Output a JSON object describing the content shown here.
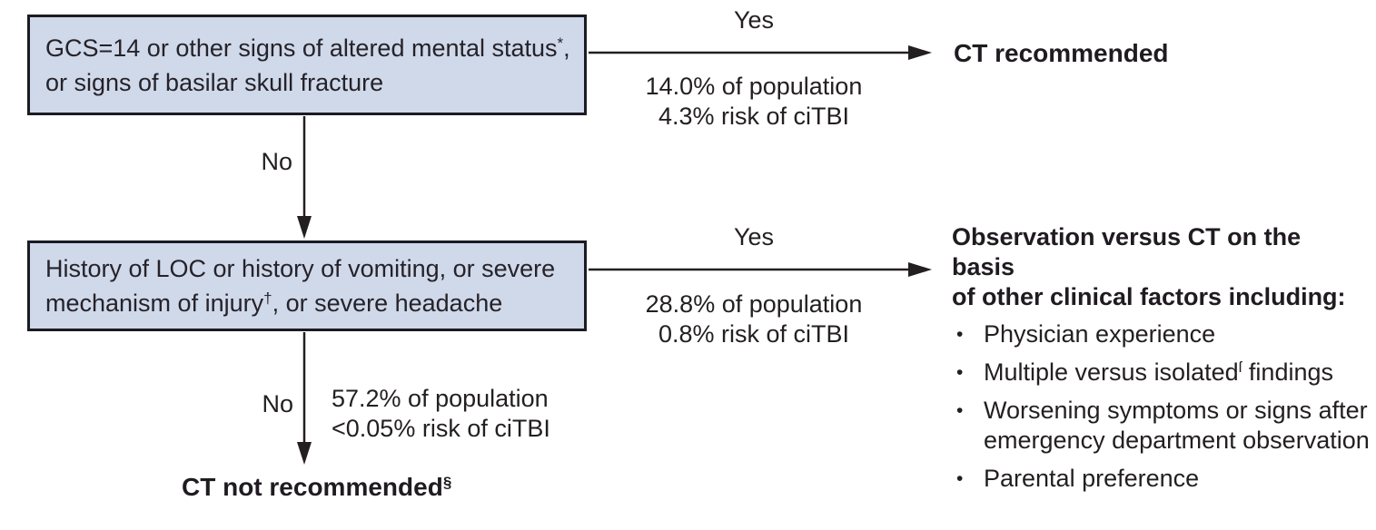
{
  "colors": {
    "box_fill": "#cfd9ea",
    "box_border": "#1b1b22",
    "text": "#231f20",
    "arrow": "#231f20"
  },
  "box1": {
    "line1": "GCS=14 or other signs of altered mental status",
    "line1_sup": "*",
    "line1_tail": ",",
    "line2": "or signs of basilar skull fracture"
  },
  "box2": {
    "line1": "History of LOC or history of vomiting, or severe",
    "line2": "mechanism of injury",
    "line2_sup": "†",
    "line2_tail": ", or severe headache"
  },
  "branch1": {
    "yes_label": "Yes",
    "population": "14.0% of population",
    "risk": "4.3% risk of ciTBI",
    "no_label": "No",
    "outcome": "CT recommended"
  },
  "branch2": {
    "yes_label": "Yes",
    "population": "28.8% of population",
    "risk": "0.8% risk of ciTBI",
    "no_label": "No",
    "no_population": "57.2% of population",
    "no_risk": "<0.05% risk of ciTBI"
  },
  "outcome_no_ct": {
    "label": "CT not recommended",
    "sup": "§"
  },
  "observation": {
    "heading1": "Observation versus CT on the basis",
    "heading2": "of other clinical factors including:",
    "bullet_glyph": "•",
    "bullets": [
      {
        "text": "Physician experience",
        "sup": "",
        "tail": ""
      },
      {
        "text": "Multiple versus isolated",
        "sup": "ſ",
        "tail": " findings"
      },
      {
        "text": "Worsening symptoms or signs after\nemergency department observation",
        "sup": "",
        "tail": ""
      },
      {
        "text": "Parental preference",
        "sup": "",
        "tail": ""
      }
    ]
  }
}
